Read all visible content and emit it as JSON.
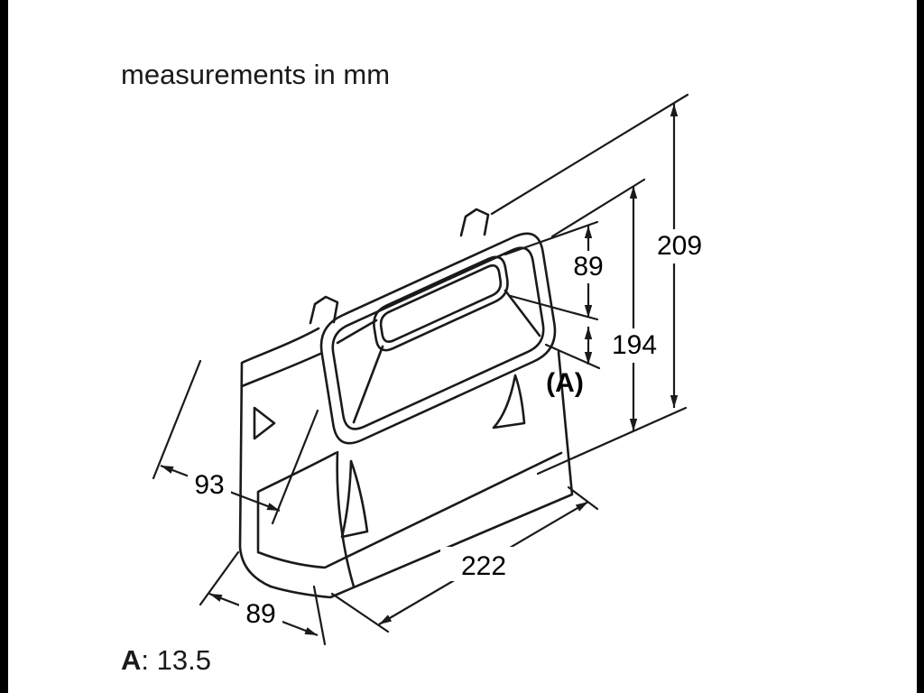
{
  "note": "measurements in mm",
  "dims": {
    "total_height": "209",
    "opening_height": "89",
    "inner_height": "194",
    "ref": "(A)",
    "side_depth": "93",
    "width": "222",
    "bottom_depth": "89"
  },
  "footnote": {
    "label": "A",
    "value": ": 13.5"
  },
  "colors": {
    "line": "#1a1a1a",
    "background": "#ffffff",
    "edge_bar": "#000000"
  }
}
